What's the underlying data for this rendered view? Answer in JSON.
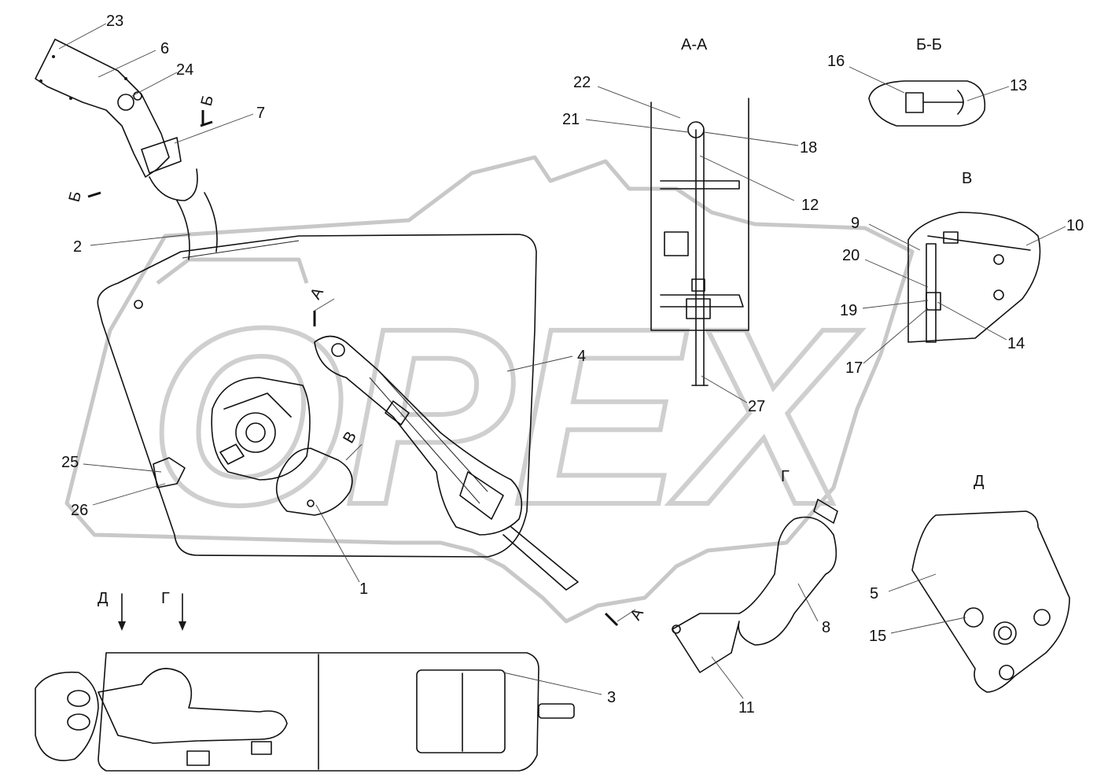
{
  "sections": {
    "aa": "А-А",
    "bb": "Б-Б",
    "v": "В",
    "g": "Г",
    "d": "Д"
  },
  "cut_marks": {
    "a_top": "А",
    "a_bottom": "А",
    "b_top": "Б",
    "b_left": "Б",
    "v_arrow": "В",
    "d_arrow": "Д",
    "g_arrow": "Г"
  },
  "callouts": {
    "c1": "1",
    "c2": "2",
    "c3": "3",
    "c4": "4",
    "c5": "5",
    "c6": "6",
    "c7": "7",
    "c8": "8",
    "c9": "9",
    "c10": "10",
    "c11": "11",
    "c12": "12",
    "c13": "13",
    "c14": "14",
    "c15": "15",
    "c16": "16",
    "c17": "17",
    "c18": "18",
    "c19": "19",
    "c20": "20",
    "c21": "21",
    "c22": "22",
    "c23": "23",
    "c24": "24",
    "c25": "25",
    "c26": "26",
    "c27": "27"
  },
  "watermark": {
    "text": "OPEX",
    "color": "#c8c8c8"
  },
  "colors": {
    "line": "#111111",
    "background": "#ffffff"
  }
}
